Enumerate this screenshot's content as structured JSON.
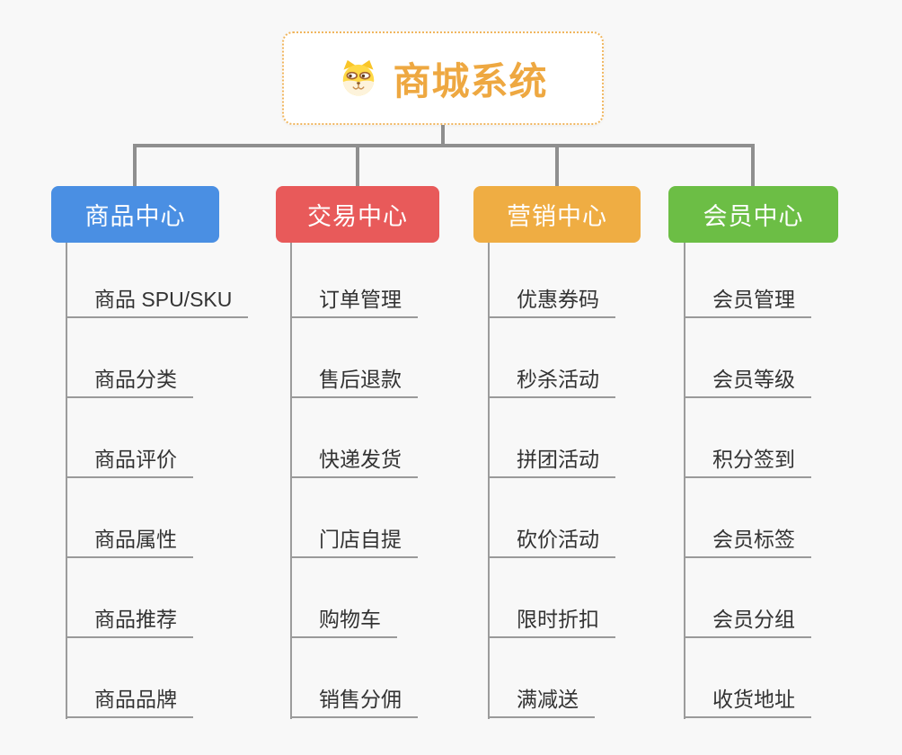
{
  "canvas": {
    "background_color": "#F8F8F8",
    "connector_color": "#8F8F8F"
  },
  "root": {
    "title": "商城系统",
    "icon": "dog-face-icon",
    "title_color": "#EEA841",
    "border_color": "#F0B65F"
  },
  "branches": [
    {
      "label": "商品中心",
      "color": "#4A8FE3",
      "items": [
        "商品 SPU/SKU",
        "商品分类",
        "商品评价",
        "商品属性",
        "商品推荐",
        "商品品牌"
      ]
    },
    {
      "label": "交易中心",
      "color": "#E85A5A",
      "items": [
        "订单管理",
        "售后退款",
        "快递发货",
        "门店自提",
        "购物车",
        "销售分佣"
      ]
    },
    {
      "label": "营销中心",
      "color": "#EFAD43",
      "items": [
        "优惠券码",
        "秒杀活动",
        "拼团活动",
        "砍价活动",
        "限时折扣",
        "满减送"
      ]
    },
    {
      "label": "会员中心",
      "color": "#6CBE45",
      "items": [
        "会员管理",
        "会员等级",
        "积分签到",
        "会员标签",
        "会员分组",
        "收货地址"
      ]
    }
  ]
}
